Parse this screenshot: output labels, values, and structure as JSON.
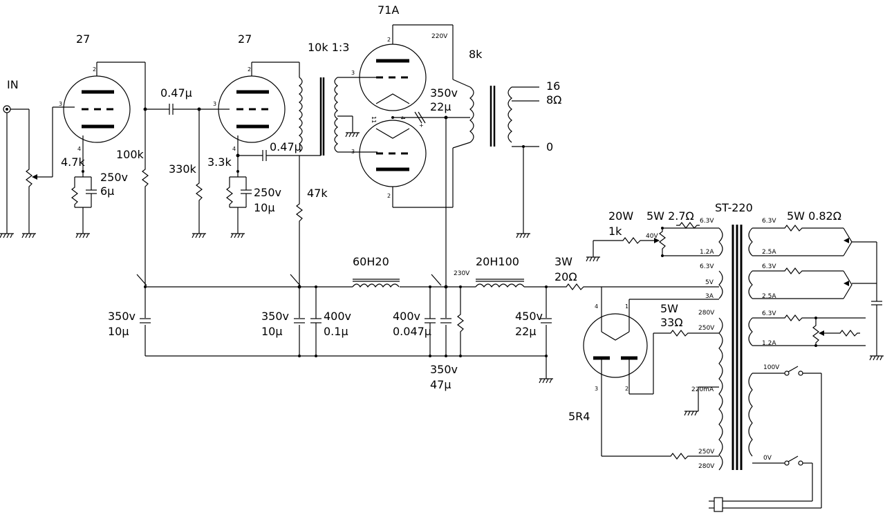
{
  "schematic": {
    "labels": {
      "in": "IN",
      "v1": "27",
      "v2": "27",
      "v3": "71A",
      "v5": "5R4",
      "c1": "0.47μ",
      "c2": "0.47μ",
      "r100k": "100k",
      "r330k": "330k",
      "r47k": "47k",
      "r4k7": "4.7k",
      "r3k3": "3.3k",
      "ck1a": "250v",
      "ck1b": "6μ",
      "ck2a": "250v",
      "ck2b": "10μ",
      "it": "10k 1:3",
      "ot": "8k",
      "cb1": "350v",
      "cb2": "22μ",
      "o16": "16",
      "o8": "8Ω",
      "o0": "0",
      "v220": "220V",
      "ch1": "60H20",
      "ch2": "20H100",
      "v230": "230V",
      "r3w": "3W",
      "r20": "20Ω",
      "c350a": "350v",
      "c10a": "10μ",
      "c350b": "350v",
      "c10b": "10μ",
      "c400a": "400v",
      "c01": "0.1μ",
      "c400b": "400v",
      "c047": "0.047μ",
      "c350c": "350v",
      "c47": "47μ",
      "c450": "450v",
      "c22": "22μ",
      "r20w": "20W",
      "r1k": "1k",
      "r5wa": "5W 2.7Ω",
      "v40": "40V",
      "pt": "ST-220",
      "r5wb": "5W 0.82Ω",
      "r5wc": "5W",
      "r33": "33Ω",
      "s63a": "6.3V",
      "s12a": "1.2A",
      "s63b": "6.3V",
      "s5v": "5V",
      "s3a": "3A",
      "s280a": "280V",
      "s250a": "250V",
      "s220ma": "220mA",
      "s250b": "250V",
      "s280b": "280V",
      "s63c": "6.3V",
      "s25a": "2.5A",
      "s63d": "6.3V",
      "s25b": "2.5A",
      "s63e": "6.3V",
      "s12b": "1.2A",
      "p100": "100V",
      "p0": "0V"
    }
  }
}
